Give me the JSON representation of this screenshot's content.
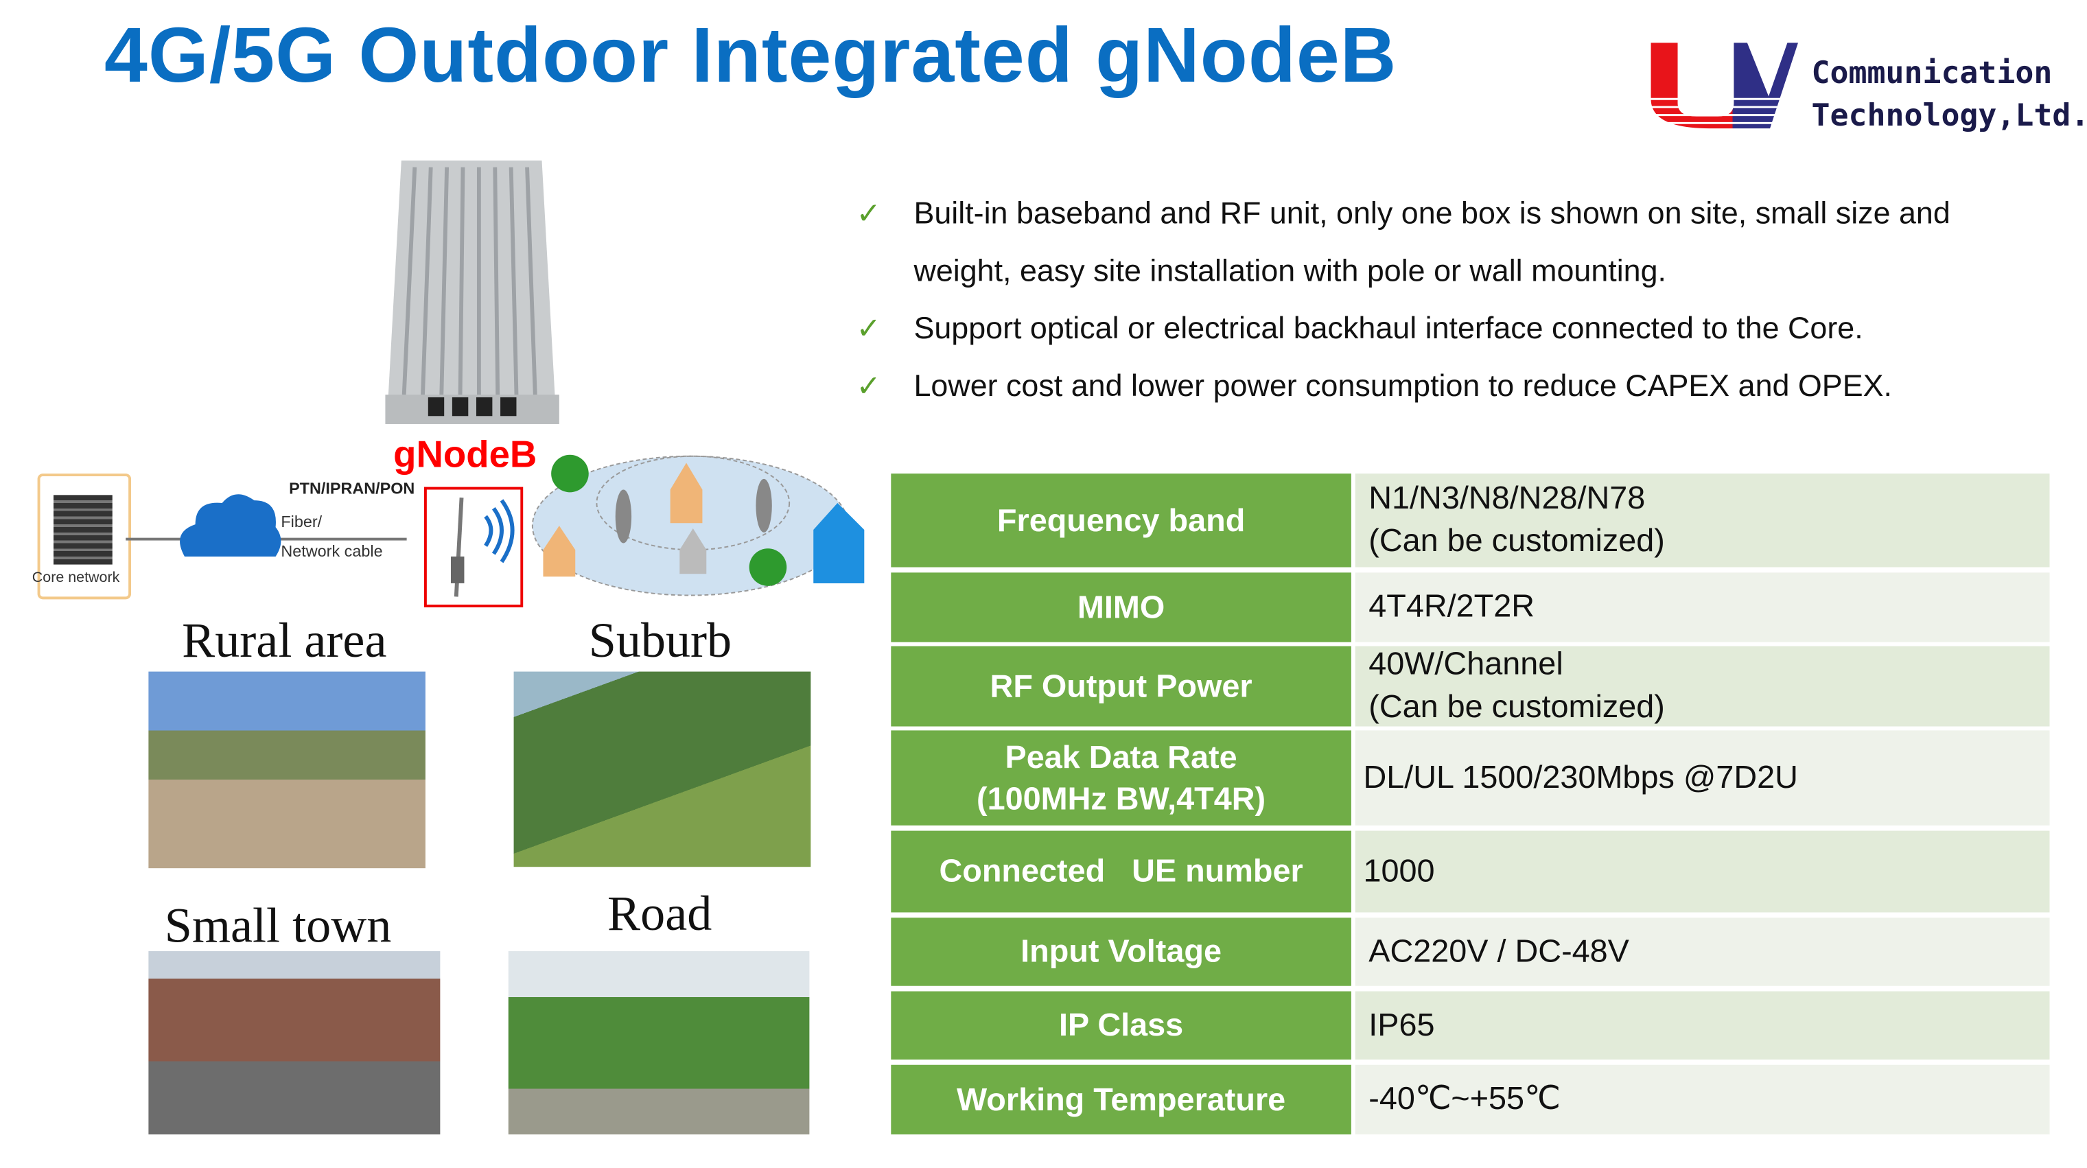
{
  "title": "4G/5G Outdoor Integrated gNodeB",
  "logo": {
    "line1": "Communication",
    "line2": "Technology,Ltd.",
    "mark": "UV"
  },
  "bullets": [
    {
      "icon": "check-icon",
      "text": "Built-in baseband and RF unit, only one box is shown on site, small size and weight, easy site installation with pole or wall mounting."
    },
    {
      "icon": "check-icon",
      "text": "Support optical  or electrical backhaul interface connected to the Core."
    },
    {
      "icon": "check-icon",
      "text": "Lower cost and lower power consumption to reduce CAPEX and OPEX."
    }
  ],
  "diagram": {
    "gnodeb_label": "gNodeB",
    "core_label": "Core network",
    "backhaul_label": "PTN/IPRAN/PON",
    "link_label1": "Fiber/",
    "link_label2": "Network cable"
  },
  "scenarios": [
    "Rural area",
    "Suburb",
    "Small town",
    "Road"
  ],
  "specs": [
    {
      "key": "Frequency band",
      "value": "N1/N3/N8/N28/N78\n(Can be customized)"
    },
    {
      "key": "MIMO",
      "value": "4T4R/2T2R"
    },
    {
      "key": "RF Output Power",
      "value": "40W/Channel\n(Can be customized)"
    },
    {
      "key": "Peak Data Rate\n(100MHz BW,4T4R)",
      "value": "DL/UL 1500/230Mbps @7D2U"
    },
    {
      "key": "Connected   UE number",
      "value": "1000"
    },
    {
      "key": "Input Voltage",
      "value": "AC220V / DC-48V"
    },
    {
      "key": "IP Class",
      "value": "IP65"
    },
    {
      "key": "Working Temperature",
      "value": "-40℃~+55℃"
    }
  ],
  "colors": {
    "title": "#0a6ec2",
    "table_key": "#70ad47",
    "check": "#5aa02c",
    "gnodeb": "#ff0000"
  }
}
